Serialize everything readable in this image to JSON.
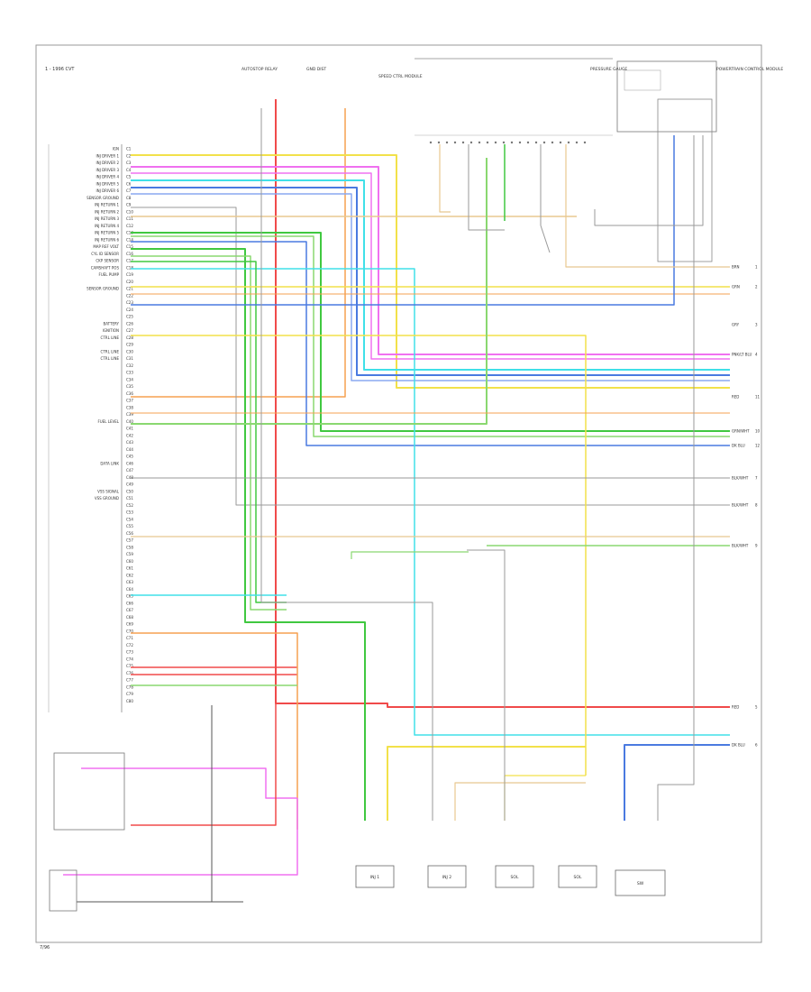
{
  "frame": {
    "corner_label": "1 - 1996 CVT",
    "footer_label": "7/96"
  },
  "pcm": {
    "pin_labels": [
      "C1",
      "C2",
      "C3",
      "C4",
      "C5",
      "C6",
      "C7",
      "C8",
      "C9",
      "C10",
      "C11",
      "C12",
      "C13",
      "C14",
      "C15",
      "C16",
      "C17",
      "C18",
      "C19",
      "C20",
      "C21",
      "C22",
      "C23",
      "C24",
      "C25",
      "C26",
      "C27",
      "C28",
      "C29",
      "C30",
      "C31",
      "C32",
      "C33",
      "C34",
      "C35",
      "C36",
      "C37",
      "C38",
      "C39",
      "C40",
      "C41",
      "C42",
      "C43",
      "C44",
      "C45",
      "C46",
      "C47",
      "C48",
      "C49",
      "C50",
      "C51",
      "C52",
      "C53",
      "C54",
      "C55",
      "C56",
      "C57",
      "C58",
      "C59",
      "C60",
      "C61",
      "C62",
      "C63",
      "C64",
      "C65",
      "C66",
      "C67",
      "C68",
      "C69",
      "C70",
      "C71",
      "C72",
      "C73",
      "C74",
      "C75",
      "C76",
      "C77",
      "C78",
      "C79",
      "C80"
    ],
    "circuit_labels": [
      "IGN",
      "INJ DRIVER 1",
      "INJ DRIVER 2",
      "INJ DRIVER 3",
      "INJ DRIVER 4",
      "INJ DRIVER 5",
      "INJ DRIVER 6",
      "SENSOR GROUND",
      "INJ RETURN 1",
      "INJ RETURN 2",
      "INJ RETURN 3",
      "INJ RETURN 4",
      "INJ RETURN 5",
      "INJ RETURN 6",
      "MAP REF VOLT",
      "CYL ID SENSOR",
      "CKP SENSOR",
      "CAMSHAFT POS",
      "FUEL PUMP",
      "",
      "SENSOR GROUND",
      "",
      "",
      "",
      "",
      "BATTERY",
      "IGNITION",
      "CTRL LINE",
      "",
      "CTRL LINE",
      "CTRL LINE",
      "",
      "",
      "",
      "",
      "",
      "",
      "",
      "",
      "FUEL LEVEL",
      "",
      "",
      "",
      "",
      "",
      "DATA LINK",
      "",
      "",
      "",
      "VSS SIGNAL",
      "VSS GROUND",
      "",
      "",
      "",
      "",
      "",
      "",
      "",
      "",
      "",
      "",
      "",
      "",
      "",
      "",
      "",
      "",
      "",
      "",
      "",
      "",
      "",
      "",
      "",
      "",
      "",
      "",
      "",
      "",
      ""
    ]
  },
  "connectors": {
    "top_a": "AUTOSTOP RELAY",
    "top_b": "GND DIST",
    "top_c": "SPEED CTRL MODULE",
    "ecm_main": "POWERTRAIN CONTROL MODULE",
    "gauge": "PRESSURE GAUGE"
  },
  "components": [
    {
      "id": "c1",
      "label": "INJ 1"
    },
    {
      "id": "c2",
      "label": "INJ 2"
    },
    {
      "id": "c3",
      "label": "SOL"
    },
    {
      "id": "c4",
      "label": "SOL"
    },
    {
      "id": "c5",
      "label": "SW"
    }
  ],
  "right_labels": [
    {
      "text": "BRN",
      "ref": "1"
    },
    {
      "text": "GRN",
      "ref": "2"
    },
    {
      "text": "GRY",
      "ref": "3"
    },
    {
      "text": "PNK/LT BLU",
      "ref": "4"
    },
    {
      "text": "RED",
      "ref": "5"
    },
    {
      "text": "DK BLU",
      "ref": "6"
    },
    {
      "text": "BLK/WHT",
      "ref": "7"
    },
    {
      "text": "BLK/WHT",
      "ref": "8"
    },
    {
      "text": "BLK/WHT",
      "ref": "9"
    },
    {
      "text": "GRN/WHT",
      "ref": "10"
    },
    {
      "text": "RED",
      "ref": "11"
    },
    {
      "text": "DK BLU",
      "ref": "12"
    }
  ],
  "colors": {
    "red": "#f04a4a",
    "orange": "#f5a050",
    "yellow": "#f2e14a",
    "pink": "#f070f0",
    "cyan": "#40e0e8",
    "blue": "#4a7ae0",
    "lblue": "#8aa8f0",
    "green": "#40c840",
    "lgreen": "#8ad870",
    "tan": "#e8c890",
    "gray": "#9a9a9a",
    "dark": "#555555"
  }
}
